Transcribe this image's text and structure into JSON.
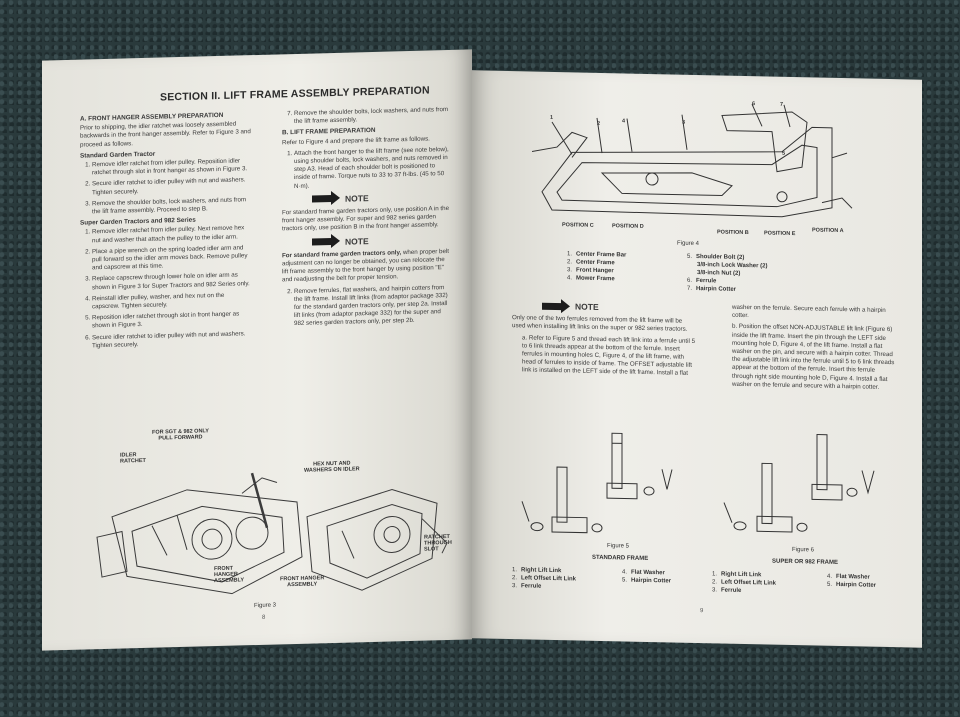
{
  "left_page": {
    "section_title": "SECTION II. LIFT FRAME ASSEMBLY PREPARATION",
    "col1": {
      "heading_a": "A. FRONT HANGER ASSEMBLY PREPARATION",
      "intro": "Prior to shipping, the idler ratchet was loosely assembled backwards in the front hanger assembly. Refer to Figure 3 and proceed as follows.",
      "sub1": "Standard Garden Tractor",
      "sub1_items": [
        "Remove idler ratchet from idler pulley. Reposition idler ratchet through slot in front hanger as shown in Figure 3.",
        "Secure idler ratchet to idler pulley with nut and washers. Tighten securely.",
        "Remove the shoulder bolts, lock washers, and nuts from the lift frame assembly. Proceed to step B."
      ],
      "sub2": "Super Garden Tractors and 982 Series",
      "sub2_items": [
        "Remove idler ratchet from idler pulley. Next remove hex nut and washer that attach the pulley to the idler arm.",
        "Place a pipe wrench on the spring loaded idler arm and pull forward so the idler arm moves back. Remove pulley and capscrew at this time.",
        "Replace capscrew through lower hole on idler arm as shown in Figure 3 for Super Tractors and 982 Series only.",
        "Reinstall idler pulley, washer, and hex nut on the capscrew. Tighten securely.",
        "Reposition idler ratchet through slot in front hanger as shown in Figure 3.",
        "Secure idler ratchet to idler pulley with nut and washers. Tighten securely."
      ]
    },
    "col2": {
      "item7": "Remove the shoulder bolts, lock washers, and nuts from the lift frame assembly.",
      "heading_b": "B. LIFT FRAME PREPARATION",
      "intro_b": "Refer to Figure 4 and prepare the lift frame as follows.",
      "item1": "Attach the front hanger to the lift frame (see note below), using shoulder bolts, lock washers, and nuts removed in step A3. Head of each shoulder bolt is positioned to inside of frame. Torque nuts to 33 to 37 ft-lbs. (45 to 50 N·m).",
      "note_label": "NOTE",
      "note1": "For standard frame garden tractors only, use position A in the front hanger assembly. For super and 982 series garden tractors only, use position B in the front hanger assembly.",
      "note2_bold": "For standard frame garden tractors only,",
      "note2": "when proper belt adjustment can no longer be obtained, you can relocate the lift frame assembly to the front hanger by using position \"E\" and readjusting the belt for proper tension.",
      "item2": "Remove ferrules, flat washers, and hairpin cotters from the lift frame. Install lift links (from adaptor package 332) for the standard garden tractors only, per step 2a. Install lift links (from adaptor package 332) for the super and 982 series garden tractors only, per step 2b."
    },
    "figure3_labels": {
      "for_sgt": "FOR SGT & 982 ONLY\nPULL FORWARD",
      "idler_ratchet": "IDLER\nRATCHET",
      "hex_nut": "HEX NUT AND\nWASHERS ON IDLER",
      "ratchet_slot": "RATCHET\nTHROUGH\nSLOT",
      "front_hanger_left": "FRONT\nHANGER\nASSEMBLY",
      "front_hanger_mid": "FRONT HANGER\nASSEMBLY"
    },
    "figure_caption": "Figure 3",
    "page_number": "8"
  },
  "right_page": {
    "figure4_numbers": [
      "1",
      "2",
      "3",
      "4",
      "5",
      "6",
      "7"
    ],
    "positions": [
      "POSITION C",
      "POSITION D",
      "POSITION B",
      "POSITION E",
      "POSITION A"
    ],
    "figure4_caption": "Figure 4",
    "figure4_legend_left": [
      {
        "n": "1.",
        "t": "Center Frame Bar"
      },
      {
        "n": "2.",
        "t": "Center Frame"
      },
      {
        "n": "3.",
        "t": "Front Hanger"
      },
      {
        "n": "4.",
        "t": "Mower Frame"
      }
    ],
    "figure4_legend_right": [
      {
        "n": "5.",
        "t": "Shoulder Bolt (2)"
      },
      {
        "n": "",
        "t": "3/8-inch Lock Washer (2)"
      },
      {
        "n": "",
        "t": "3/8-inch Nut (2)"
      },
      {
        "n": "6.",
        "t": "Ferrule"
      },
      {
        "n": "7.",
        "t": "Hairpin Cotter"
      }
    ],
    "note_label": "NOTE",
    "note_text": "Only one of the two ferrules removed from the lift frame will be used when installing lift links on the super or 982 series tractors.",
    "step_a": "Refer to Figure 5 and thread each lift link into a ferrule until 5 to 6 link threads appear at the bottom of the ferrule. Insert ferrules in mounting holes C, Figure 4, of the lift frame, with head of ferrules to inside of frame. The OFFSET adjustable lift link is installed on the LEFT side of the lift frame. Install a flat",
    "col2_top": "washer on the ferrule. Secure each ferrule with a hairpin cotter.",
    "step_b": "Position the offset NON-ADJUSTABLE lift link (Figure 6) inside the lift frame. Insert the pin through the LEFT side mounting hole D, Figure 4, of the lift frame. Install a flat washer on the pin, and secure with a hairpin cotter. Thread the adjustable lift link into the ferrule until 5 to 6 link threads appear at the bottom of the ferrule. Insert this ferrule through right side mounting hole D, Figure 4. Install a flat washer on the ferrule and secure with a hairpin cotter.",
    "figure5_caption": "Figure 5",
    "figure5_title": "STANDARD FRAME",
    "figure6_caption": "Figure 6",
    "figure6_title": "SUPER OR 982 FRAME",
    "legend5_left": [
      {
        "n": "1.",
        "t": "Right Lift Link"
      },
      {
        "n": "2.",
        "t": "Left Offset Lift Link"
      },
      {
        "n": "3.",
        "t": "Ferrule"
      }
    ],
    "legend5_right": [
      {
        "n": "4.",
        "t": "Flat Washer"
      },
      {
        "n": "5.",
        "t": "Hairpin Cotter"
      }
    ],
    "legend6_left": [
      {
        "n": "1.",
        "t": "Right Lift Link"
      },
      {
        "n": "2.",
        "t": "Left Offset Lift Link"
      },
      {
        "n": "3.",
        "t": "Ferrule"
      }
    ],
    "legend6_right": [
      {
        "n": "4.",
        "t": "Flat Washer"
      },
      {
        "n": "5.",
        "t": "Hairpin Cotter"
      }
    ],
    "page_number": "9"
  }
}
